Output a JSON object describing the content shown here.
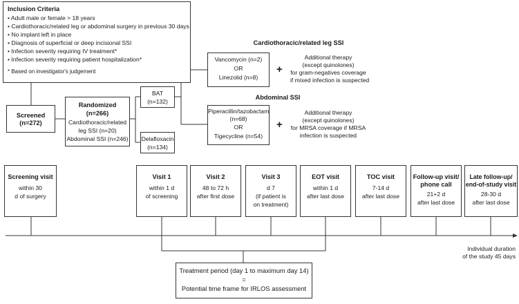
{
  "inclusion": {
    "title": "Inclusion Criteria",
    "items": [
      "• Adult male or female > 18 years",
      "• Cardiothoracic/related leg or abdominal surgery in previous 30 days",
      "• No implant left in place",
      "• Diagnosis of superficial or deep incisional SSI",
      "• Infection severity requiring IV treatment*",
      "• Infection severity requiring patient hospitalization*"
    ],
    "footnote": "* Based on investigator's judgement"
  },
  "screened": {
    "label": "Screened",
    "count": "(n=272)"
  },
  "randomized": {
    "label": "Randomized",
    "count": "(n=266)",
    "line1": "Cardiothoracic/related",
    "line2": "leg SSI (n=20)",
    "line3": "Abdominal SSI (n=246)"
  },
  "bat": {
    "label": "BAT",
    "count": "(n=132)"
  },
  "delafloxacin": {
    "label": "Delafloxacin",
    "count": "(n=134)"
  },
  "cardio": {
    "heading": "Cardiothoracic/related leg SSI",
    "drug1": "Vancomycin (n=2)",
    "or": "OR",
    "drug2": "Linezolid (n=8)",
    "add": [
      "Additional therapy",
      "(except quinolones)",
      "for gram-negatives coverage",
      "if mixed infection is suspected"
    ]
  },
  "abdominal": {
    "heading": "Abdominal SSI",
    "drug1": "Piperacillin/tazobactam",
    "count1": "(n=68)",
    "or": "OR",
    "drug2": "Tigecycline (n=54)",
    "add": [
      "Additional therapy",
      "(except quinolones)",
      "for MRSA coverage if MRSA",
      "infection  is suspected"
    ]
  },
  "plus": "+",
  "visits": [
    {
      "title": "Screening visit",
      "lines": [
        "within 30",
        "d of surgery"
      ]
    },
    {
      "title": "Visit 1",
      "lines": [
        "within 1 d",
        "of screening"
      ]
    },
    {
      "title": "Visit 2",
      "lines": [
        "48 to 72 h",
        "after first dose"
      ]
    },
    {
      "title": "Visit 3",
      "lines": [
        "d 7",
        "(if patient is",
        "on treatment)"
      ]
    },
    {
      "title": "EOT visit",
      "lines": [
        "within 1 d",
        "after last dose"
      ]
    },
    {
      "title": "TOC visit",
      "lines": [
        "7-14 d",
        "after last dose"
      ]
    },
    {
      "title": "Follow-up visit/",
      "title2": "phone call",
      "lines": [
        "21+2 d",
        "after last dose"
      ]
    },
    {
      "title": "Late follow-up/",
      "title2": "end-of-study visit",
      "lines": [
        "28-30 d",
        "after last dose"
      ]
    }
  ],
  "duration": {
    "line1": "Individual duration",
    "line2": "of the study  45 days"
  },
  "treatment": {
    "line1": "Treatment period (day 1 to maximum day 14)",
    "line2": "=",
    "line3": "Potential time frame for IRLOS assessment"
  }
}
